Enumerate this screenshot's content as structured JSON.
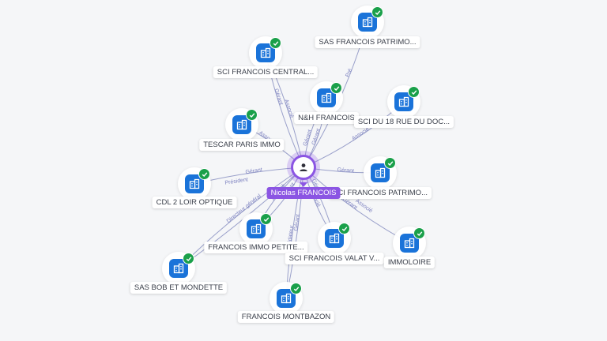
{
  "center": {
    "name": "Nicolas FRANCOIS",
    "icon": "person-icon",
    "color": "#8b55e3"
  },
  "colors": {
    "company_icon": "#1a73d9",
    "check_badge": "#1aa04a",
    "edge": "#8a90c2",
    "edge_label": "#7a7fbf"
  },
  "nodes": [
    {
      "id": "sas-francois-patrimo",
      "label": "SAS FRANCOIS PATRIMO...",
      "icon": "building-icon",
      "verified": true
    },
    {
      "id": "sci-francois-central",
      "label": "SCI FRANCOIS CENTRAL...",
      "icon": "building-icon",
      "verified": true
    },
    {
      "id": "nh-francois",
      "label": "N&H FRANCOIS",
      "icon": "building-icon",
      "verified": true
    },
    {
      "id": "sci-du-18-rue",
      "label": "SCI DU 18 RUE DU DOC...",
      "icon": "building-icon",
      "verified": true
    },
    {
      "id": "tescar-paris-immo",
      "label": "TESCAR PARIS IMMO",
      "icon": "building-icon",
      "verified": true
    },
    {
      "id": "sci-francois-patrimo",
      "label": "SCI FRANCOIS PATRIMO...",
      "icon": "building-icon",
      "verified": true
    },
    {
      "id": "cdl-2-loir-optique",
      "label": "CDL 2 LOIR OPTIQUE",
      "icon": "building-icon",
      "verified": true
    },
    {
      "id": "francois-immo-petite",
      "label": "FRANCOIS IMMO PETITE...",
      "icon": "building-icon",
      "verified": true
    },
    {
      "id": "sci-francois-valat",
      "label": "SCI FRANCOIS VALAT V...",
      "icon": "building-icon",
      "verified": true
    },
    {
      "id": "immoloire",
      "label": "IMMOLOIRE",
      "icon": "building-icon",
      "verified": true
    },
    {
      "id": "sas-bob-et-mondette",
      "label": "SAS BOB ET MONDETTE",
      "icon": "building-icon",
      "verified": true
    },
    {
      "id": "francois-montbazon",
      "label": "FRANCOIS MONTBAZON",
      "icon": "building-icon",
      "verified": true
    }
  ],
  "edge_labels": [
    "Pré",
    "Gérant",
    "Associé",
    "Gérant",
    "Associé",
    "Gérant",
    "Gérant",
    "Associé",
    "Gérant",
    "Président",
    "Directeur général",
    "Gérant",
    "Associé",
    "Gérant",
    "Associé",
    "Gérant",
    "Associé",
    "Gérant",
    "Liquidateur"
  ]
}
